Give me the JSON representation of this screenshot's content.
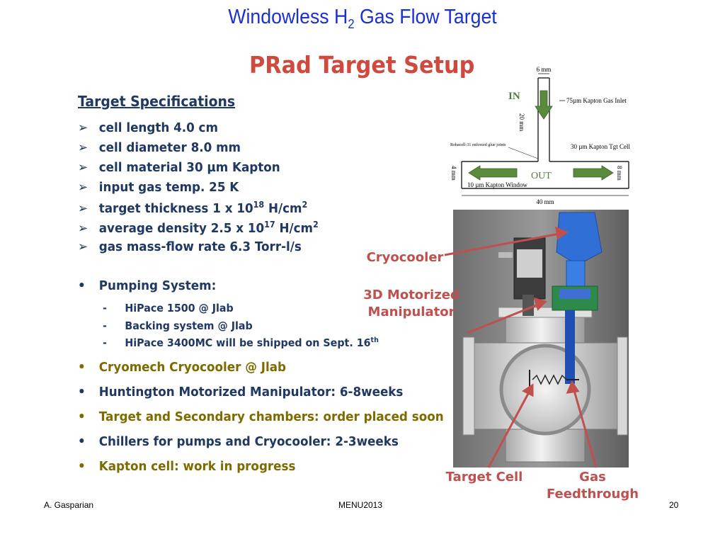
{
  "slide": {
    "title_pre": "Windowless H",
    "title_sub": "2",
    "title_post": " Gas Flow Target",
    "subtitle": "PRad Target Setup"
  },
  "specs": {
    "heading": "Target Specifications",
    "marker": "➢",
    "items": [
      {
        "text": "cell length 4.0 cm"
      },
      {
        "text": "cell diameter 8.0 mm"
      },
      {
        "text": "cell material 30 µm Kapton"
      },
      {
        "text": "input gas temp. 25 K"
      },
      {
        "text": "target thickness 1 x 10",
        "exp": "18",
        "unit": " H/cm",
        "unit_exp": "2"
      },
      {
        "text": "average density 2.5 x 10",
        "exp": "17",
        "unit": " H/cm",
        "unit_exp": "2"
      },
      {
        "text": "gas mass-flow rate 6.3 Torr-l/s"
      }
    ]
  },
  "pumping": {
    "marker": "•",
    "label": "Pumping System:",
    "dash": "-",
    "items": [
      {
        "text": "HiPace 1500   @ Jlab"
      },
      {
        "text": "Backing system @ Jlab"
      },
      {
        "text": "HiPace 3400MC will be shipped on Sept. 16",
        "sup": "th"
      }
    ]
  },
  "bullets": [
    {
      "text": "Cryomech Cryocooler @ Jlab",
      "color": "#7f6a00"
    },
    {
      "text": "Huntington Motorized Manipulator: 6-8weeks",
      "color": "#1f3864"
    },
    {
      "text": "Target and Secondary chambers: order placed soon",
      "color": "#7f6a00"
    },
    {
      "text": "Chillers for pumps and Cryocooler: 2-3weeks",
      "color": "#1f3864"
    },
    {
      "text": "Kapton cell: work in progress",
      "color": "#7f6a00"
    }
  ],
  "schematic": {
    "dim_top": "6 mm",
    "in_label": "IN",
    "dim_vertical": "20 mm",
    "inlet_label": "75µm Kapton Gas Inlet",
    "glue_label": "Rohacell-31 enforced glue joints",
    "cell_label": "30 µm Kapton Tgt Cell",
    "out_label": "OUT",
    "dim_left": "4 mm",
    "dim_right": "8 mm",
    "window_label": "10 µm Kapton Window",
    "dim_bottom": "40 mm"
  },
  "callouts": {
    "cryocooler": "Cryocooler",
    "manipulator_line1": "3D Motorized",
    "manipulator_line2": "Manipulator",
    "target_cell": "Target Cell",
    "gas_feedthrough": "Gas Feedthrough"
  },
  "footer": {
    "author": "A. Gasparian",
    "conference": "MENU2013",
    "page": "20"
  },
  "colors": {
    "title": "#1a2fd4",
    "subtitle": "#d0493f",
    "navy_text": "#1f3864",
    "olive_text": "#7f6a00",
    "callout": "#c0504d",
    "arrow_green": "#4f7d3a"
  }
}
